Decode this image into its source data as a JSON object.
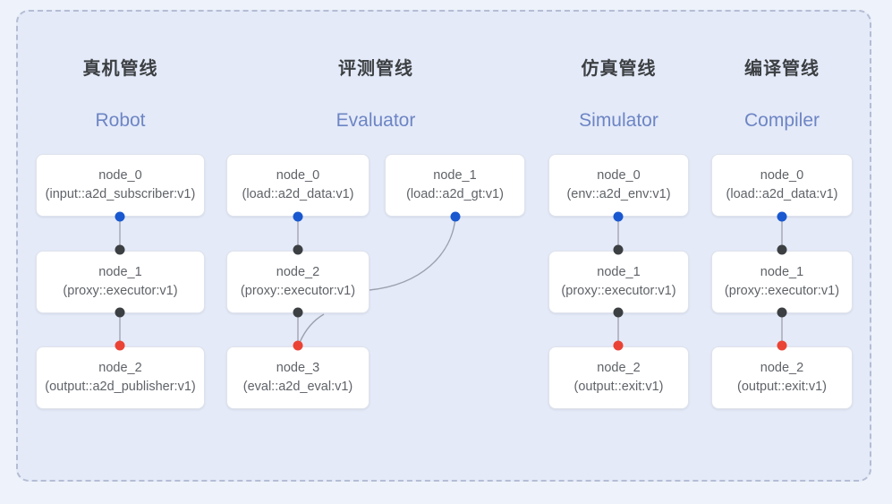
{
  "diagram": {
    "title": "pipeline-overview",
    "frame": {
      "style": "dashed",
      "color": "#b4bdd4",
      "fill": "#e4eaf8"
    },
    "palette": {
      "background": "#eef2fa",
      "panel": "#e4eaf8",
      "node_fill": "#ffffff",
      "node_border": "#dfe3ec",
      "title_cn": "#3c4043",
      "title_en": "#6d85c4",
      "node_text": "#5f6368",
      "port_input": "#1a58d0",
      "port_link": "#3c4043",
      "port_output": "#ea4335",
      "edge": "#9aa0ae"
    }
  },
  "columns": [
    {
      "key": "robot",
      "title_cn": "真机管线",
      "title_en": "Robot",
      "nodes": [
        {
          "id": "node_0",
          "type": "(input::a2d_subscriber:v1)"
        },
        {
          "id": "node_1",
          "type": "(proxy::executor:v1)"
        },
        {
          "id": "node_2",
          "type": "(output::a2d_publisher:v1)"
        }
      ]
    },
    {
      "key": "evaluator",
      "title_cn": "评测管线",
      "title_en": "Evaluator",
      "nodes": [
        {
          "id": "node_0",
          "type": "(load::a2d_data:v1)"
        },
        {
          "id": "node_1",
          "type": "(load::a2d_gt:v1)"
        },
        {
          "id": "node_2",
          "type": "(proxy::executor:v1)"
        },
        {
          "id": "node_3",
          "type": "(eval::a2d_eval:v1)"
        }
      ]
    },
    {
      "key": "simulator",
      "title_cn": "仿真管线",
      "title_en": "Simulator",
      "nodes": [
        {
          "id": "node_0",
          "type": "(env::a2d_env:v1)"
        },
        {
          "id": "node_1",
          "type": "(proxy::executor:v1)"
        },
        {
          "id": "node_2",
          "type": "(output::exit:v1)"
        }
      ]
    },
    {
      "key": "compiler",
      "title_cn": "编译管线",
      "title_en": "Compiler",
      "nodes": [
        {
          "id": "node_0",
          "type": "(load::a2d_data:v1)"
        },
        {
          "id": "node_1",
          "type": "(proxy::executor:v1)"
        },
        {
          "id": "node_2",
          "type": "(output::exit:v1)"
        }
      ]
    }
  ]
}
